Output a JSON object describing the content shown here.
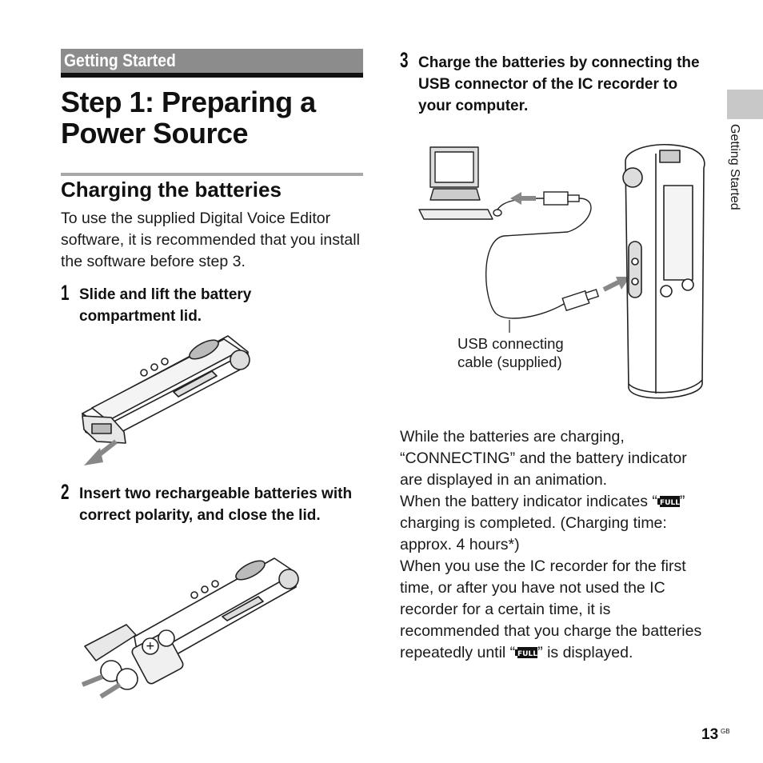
{
  "header": {
    "section_label": "Getting Started",
    "page_title_line1": "Step 1: Preparing a",
    "page_title_line2": "Power Source"
  },
  "subsection": {
    "heading": "Charging the batteries",
    "intro": "To use the supplied Digital Voice Editor software, it is recommended that you install the software before step 3."
  },
  "steps": [
    {
      "number": "1",
      "text": "Slide and lift the battery compartment lid."
    },
    {
      "number": "2",
      "text": "Insert two rechargeable batteries with correct polarity, and close the lid."
    },
    {
      "number": "3",
      "text": "Charge the batteries by connecting the USB connector of the IC recorder to your computer."
    }
  ],
  "figure3": {
    "cable_label": "USB connecting cable (supplied)"
  },
  "charging_info": {
    "para1": "While the batteries are charging, “CONNECTING” and the battery indicator are displayed in an animation.",
    "para2_before": "When the battery indicator indicates “",
    "para2_after": "” charging is completed. (Charging time: approx. 4 hours*)",
    "para3_before": "When you use the IC recorder for the first time, or after you have not used the IC recorder for a certain time, it is recommended that you charge the batteries repeatedly until “",
    "para3_after": "” is displayed.",
    "full_icon_text": "FULL"
  },
  "side_tab": {
    "label": "Getting Started"
  },
  "footer": {
    "page_number": "13",
    "page_suffix": "GB"
  },
  "colors": {
    "section_bar": "#8c8c8c",
    "tab": "#c8c8c8",
    "rule": "#a8a8a8"
  }
}
